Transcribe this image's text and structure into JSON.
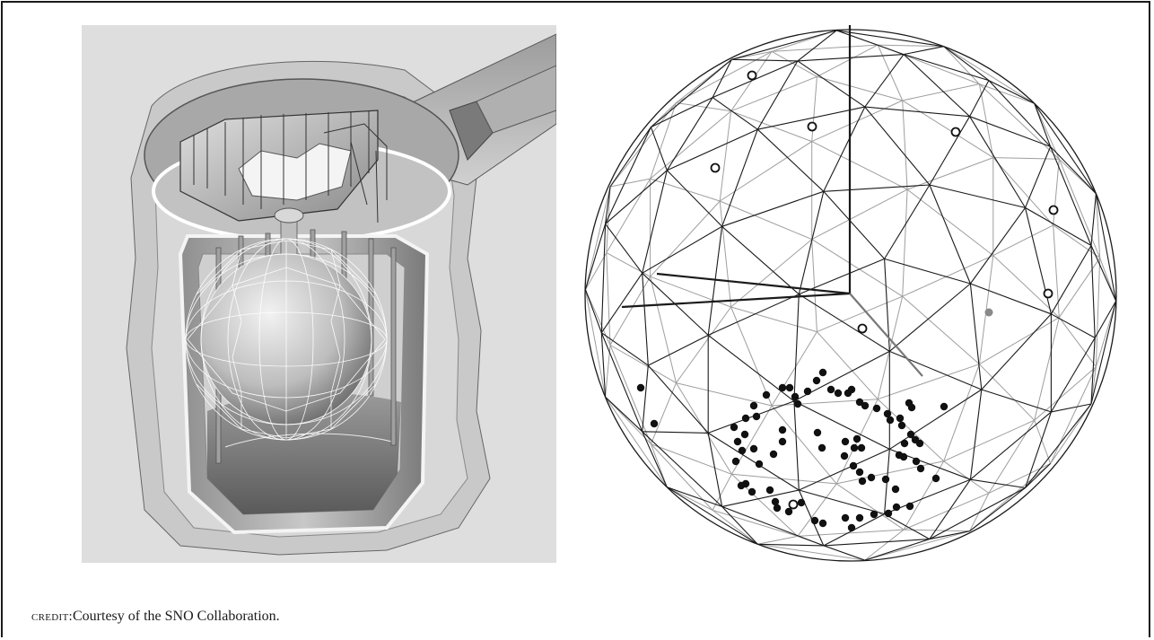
{
  "figure": {
    "left_panel": {
      "icon": "detector-cutaway-illustration"
    },
    "right_panel": {
      "icon": "geodesic-sphere-event-display",
      "hit_markers": {
        "filled_color": "#111111",
        "open_color": "#111111",
        "highlight_color": "#8a8a8a"
      }
    }
  },
  "credit": {
    "label": "CREDIT:",
    "text": "Courtesy of the SNO Collaboration."
  }
}
